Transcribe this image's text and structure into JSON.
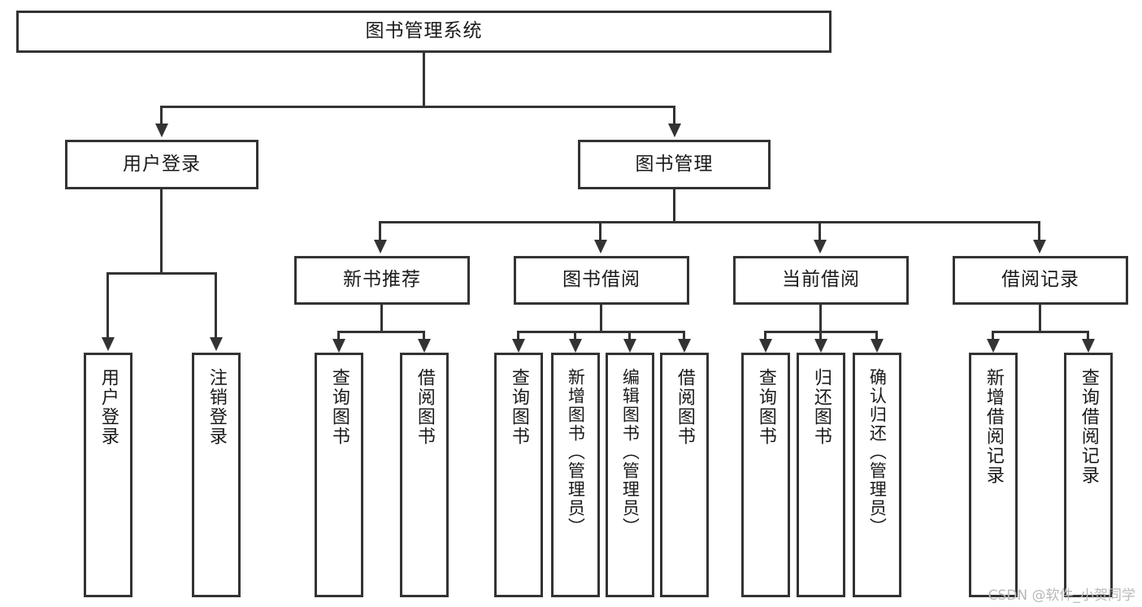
{
  "diagram": {
    "title": "图书管理系统",
    "type": "tree",
    "root": {
      "label": "图书管理系统"
    },
    "level2": [
      {
        "label": "用户登录"
      },
      {
        "label": "图书管理"
      }
    ],
    "level3": [
      {
        "label": "新书推荐"
      },
      {
        "label": "图书借阅"
      },
      {
        "label": "当前借阅"
      },
      {
        "label": "借阅记录"
      }
    ],
    "leaves": {
      "user_login": [
        {
          "label": "用户登录"
        },
        {
          "label": "注销登录"
        }
      ],
      "new_book_recommend": [
        {
          "label": "查询图书"
        },
        {
          "label": "借阅图书"
        }
      ],
      "book_borrow": [
        {
          "label": "查询图书"
        },
        {
          "label": "新增图书（管理员）"
        },
        {
          "label": "编辑图书（管理员）"
        },
        {
          "label": "借阅图书"
        }
      ],
      "current_borrow": [
        {
          "label": "查询图书"
        },
        {
          "label": "归还图书"
        },
        {
          "label": "确认归还（管理员）"
        }
      ],
      "borrow_record": [
        {
          "label": "新增借阅记录"
        },
        {
          "label": "查询借阅记录"
        }
      ]
    }
  },
  "watermark": {
    "text": "CSDN @软件_小贺同学"
  },
  "colors": {
    "border": "#333333",
    "text": "#1a1a1a",
    "background": "#ffffff",
    "watermark": "#b8b8b8"
  }
}
